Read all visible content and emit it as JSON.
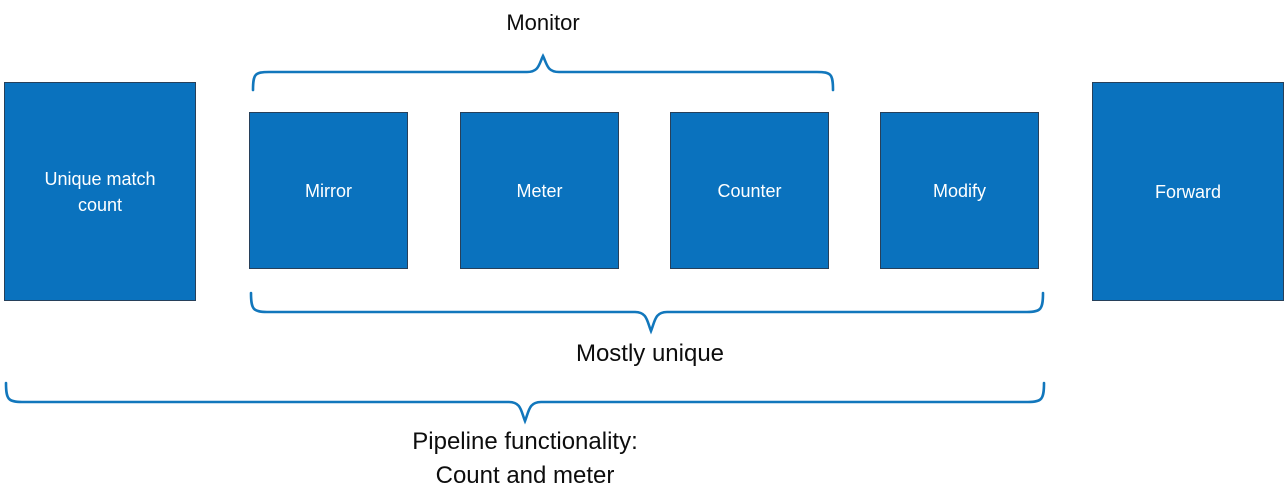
{
  "diagram": {
    "title": "Pipeline stage uniqueness diagram",
    "background_color": "#FFFFFF",
    "box_fill_color": "#0A72BE",
    "box_border_color": "#27405A",
    "box_text_color": "#FFFFFF",
    "brace_color": "#1277BC",
    "caption_text_color": "#0D0D0D"
  },
  "boxes": [
    {
      "id": "unique-match-count",
      "label": "Unique match\ncount"
    },
    {
      "id": "mirror",
      "label": "Mirror"
    },
    {
      "id": "meter",
      "label": "Meter"
    },
    {
      "id": "counter",
      "label": "Counter"
    },
    {
      "id": "modify",
      "label": "Modify"
    },
    {
      "id": "forward",
      "label": "Forward"
    }
  ],
  "braces": [
    {
      "id": "monitor",
      "label": "Monitor",
      "direction": "up",
      "spans": [
        "mirror",
        "meter",
        "counter",
        "modify"
      ]
    },
    {
      "id": "mostly-unique",
      "label": "Mostly unique",
      "direction": "down",
      "spans": [
        "mirror",
        "meter",
        "counter",
        "modify"
      ]
    },
    {
      "id": "pipeline-functionality",
      "label": "Pipeline functionality:\nCount and meter",
      "direction": "down",
      "spans": [
        "unique-match-count",
        "mirror",
        "meter",
        "counter",
        "modify"
      ]
    }
  ]
}
